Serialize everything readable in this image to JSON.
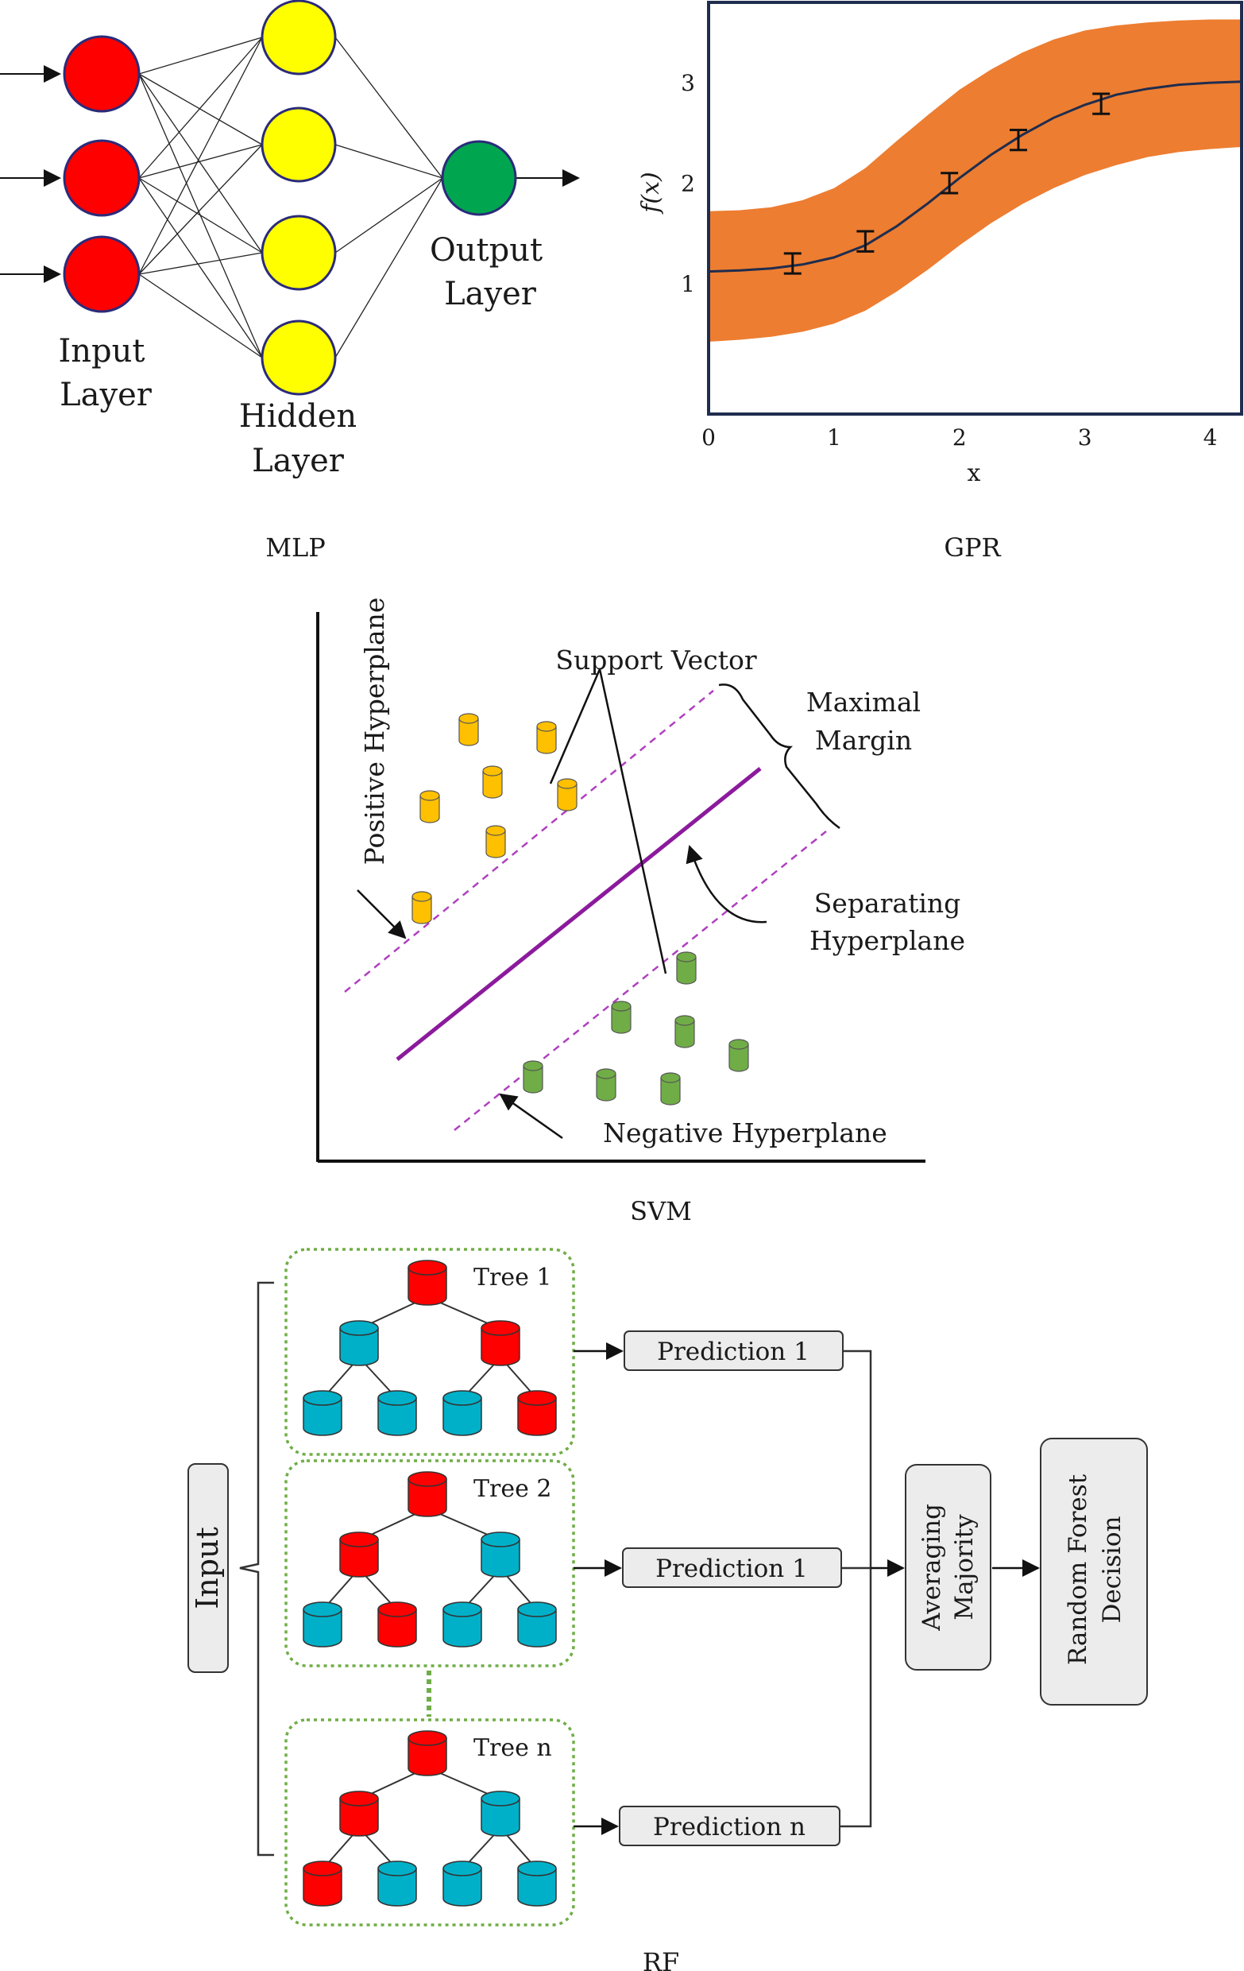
{
  "mlp": {
    "input_label_1": "Input",
    "input_label_2": "Layer",
    "hidden_label_1": "Hidden",
    "hidden_label_2": "Layer",
    "output_label_1": "Output",
    "output_label_2": "Layer",
    "caption": "MLP",
    "colors": {
      "input": "#ff0000",
      "hidden": "#ffff00",
      "output": "#00a550"
    }
  },
  "gpr": {
    "caption": "GPR",
    "xlabel": "x",
    "ylabel": "f(x)",
    "band_color": "#ed7d31",
    "frame_color": "#1f2d4e"
  },
  "chart_data": {
    "type": "line",
    "xlabel": "x",
    "ylabel": "f(x)",
    "xlim": [
      0,
      4.25
    ],
    "ylim": [
      -0.3,
      3.8
    ],
    "xticks": [
      0,
      1,
      2,
      3,
      4
    ],
    "yticks": [
      1,
      2,
      3
    ],
    "grid": false,
    "mean_curve": {
      "x": [
        0,
        0.25,
        0.5,
        0.75,
        1.0,
        1.25,
        1.5,
        1.75,
        2.0,
        2.25,
        2.5,
        2.75,
        3.0,
        3.25,
        3.5,
        3.75,
        4.0,
        4.25
      ],
      "y": [
        1.12,
        1.13,
        1.15,
        1.19,
        1.26,
        1.38,
        1.57,
        1.8,
        2.05,
        2.28,
        2.48,
        2.65,
        2.78,
        2.88,
        2.94,
        2.98,
        3.0,
        3.01
      ]
    },
    "confidence_band": {
      "x": [
        0,
        0.25,
        0.5,
        0.75,
        1.0,
        1.25,
        1.5,
        1.75,
        2.0,
        2.25,
        2.5,
        2.75,
        3.0,
        3.25,
        3.5,
        3.75,
        4.0,
        4.25
      ],
      "upper": [
        1.72,
        1.73,
        1.76,
        1.83,
        1.95,
        2.15,
        2.42,
        2.68,
        2.93,
        3.13,
        3.3,
        3.43,
        3.52,
        3.57,
        3.6,
        3.62,
        3.63,
        3.63
      ],
      "lower": [
        0.42,
        0.44,
        0.47,
        0.52,
        0.6,
        0.73,
        0.92,
        1.14,
        1.38,
        1.6,
        1.79,
        1.95,
        2.08,
        2.18,
        2.26,
        2.31,
        2.34,
        2.36
      ]
    },
    "observations": {
      "x": [
        0.67,
        1.25,
        1.92,
        2.47,
        3.13
      ],
      "y": [
        1.2,
        1.42,
        2.0,
        2.43,
        2.79
      ],
      "err": [
        0.1,
        0.1,
        0.1,
        0.1,
        0.1
      ]
    }
  },
  "svm": {
    "support_vector": "Support Vector",
    "maximal_1": "Maximal",
    "maximal_2": "Margin",
    "separating_1": "Separating",
    "separating_2": "Hyperplane",
    "positive": "Positive Hyperplane",
    "negative": "Negative Hyperplane",
    "caption": "SVM",
    "colors": {
      "positive_class": "#ffc000",
      "negative_class": "#70ad47",
      "separator": "#8b1a9c"
    }
  },
  "rf": {
    "tree_labels": [
      "Tree 1",
      "Tree 2",
      "Tree n"
    ],
    "prediction_labels": [
      "Prediction 1",
      "Prediction 1",
      "Prediction n"
    ],
    "input_label": "Input",
    "averaging_1": "Averaging",
    "averaging_2": "Majority",
    "decision_1": "Random Forest",
    "decision_2": "Decision",
    "caption": "RF",
    "colors": {
      "selected_node": "#ff0000",
      "other_node": "#00b0c8",
      "tree_border": "#70ad47"
    }
  }
}
